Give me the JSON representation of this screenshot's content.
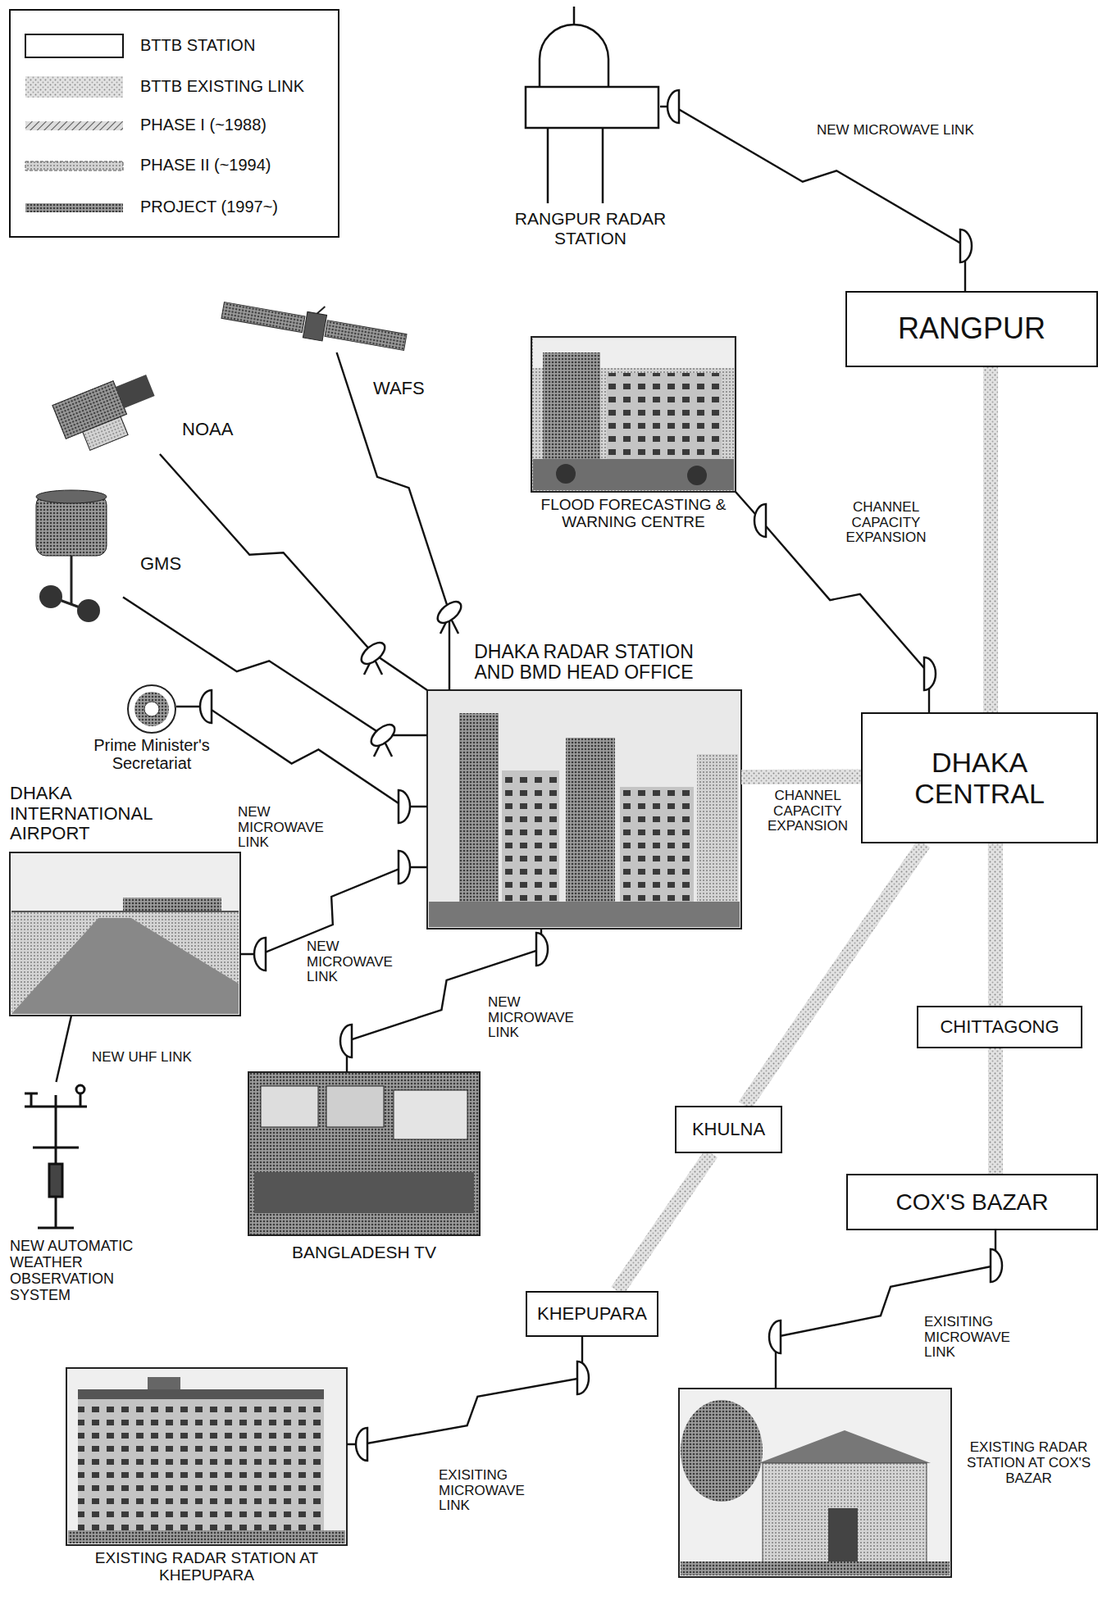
{
  "diagram": {
    "nodes": [
      {
        "text": [
          "RANGPUR RADAR STATION"
        ]
      },
      {
        "text": [
          "RANGPUR"
        ]
      },
      {
        "text": [
          "WAFS"
        ]
      },
      {
        "text": [
          "NOAA"
        ]
      },
      {
        "text": [
          "FLOOD FORECASTING & WARNING CENTRE"
        ]
      },
      {
        "text": [
          "GMS"
        ]
      },
      {
        "text": [
          "DHAKA RADAR STATION AND BMD HEAD OFFICE"
        ]
      },
      {
        "text": [
          "Prime Minister's Secretariat"
        ]
      },
      {
        "text": [
          "DHAKA CENTRAL"
        ]
      },
      {
        "text": [
          "DHAKA INTERNATIONAL AIRPORT"
        ]
      },
      {
        "text": [
          "CHITTAGONG"
        ]
      },
      {
        "text": [
          "BANGLADESH TV"
        ]
      },
      {
        "text": [
          "KHULNA"
        ]
      },
      {
        "text": [
          "COX'S BAZAR"
        ]
      },
      {
        "text": [
          "NEW AUTOMATIC WEATHER OBSERVATION SYSTEM"
        ]
      },
      {
        "text": [
          "KHEPUPARA"
        ]
      },
      {
        "text": [
          "EXISTING RADAR STATION AT KHEPUPARA"
        ]
      },
      {
        "text": [
          "EXISTING RADAR STATION AT COX'S BAZAR"
        ]
      }
    ],
    "edges": [
      {
        "from": 0,
        "to": 1,
        "label": "NEW MICROWAVE LINK",
        "arrow": "none"
      },
      {
        "from": 1,
        "to": 8,
        "arrow": "none"
      },
      {
        "from": 4,
        "to": 8,
        "label": "CHANNEL CAPACITY EXPANSION",
        "arrow": "none"
      },
      {
        "from": 2,
        "to": 6,
        "arrow": "none"
      },
      {
        "from": 3,
        "to": 6,
        "arrow": "none"
      },
      {
        "from": 5,
        "to": 6,
        "arrow": "none"
      },
      {
        "from": 7,
        "to": 6,
        "label": "NEW MICROWAVE LINK",
        "arrow": "none"
      },
      {
        "from": 6,
        "to": 8,
        "label": "CHANNEL CAPACITY EXPANSION",
        "arrow": "none"
      },
      {
        "from": 9,
        "to": 6,
        "label": "NEW MICROWAVE LINK",
        "arrow": "none"
      },
      {
        "from": 6,
        "to": 11,
        "label": "NEW MICROWAVE LINK",
        "arrow": "none"
      },
      {
        "from": 9,
        "to": 14,
        "label": "NEW UHF LINK",
        "arrow": "none"
      },
      {
        "from": 8,
        "to": 10,
        "arrow": "none"
      },
      {
        "from": 8,
        "to": 12,
        "arrow": "none"
      },
      {
        "from": 10,
        "to": 13,
        "arrow": "none"
      },
      {
        "from": 12,
        "to": 15,
        "arrow": "none"
      },
      {
        "from": 13,
        "to": 17,
        "label": "EXISITING MICROWAVE LINK",
        "arrow": "none"
      },
      {
        "from": 15,
        "to": 16,
        "label": "EXISITING MICROWAVE LINK",
        "arrow": "none"
      }
    ],
    "legend": [
      {
        "text": "BTTB STATION"
      },
      {
        "text": "BTTB EXISTING LINK"
      },
      {
        "text": "PHASE I (~1988)"
      },
      {
        "text": "PHASE II (~1994)"
      },
      {
        "text": "PROJECT (1997~)"
      }
    ]
  }
}
